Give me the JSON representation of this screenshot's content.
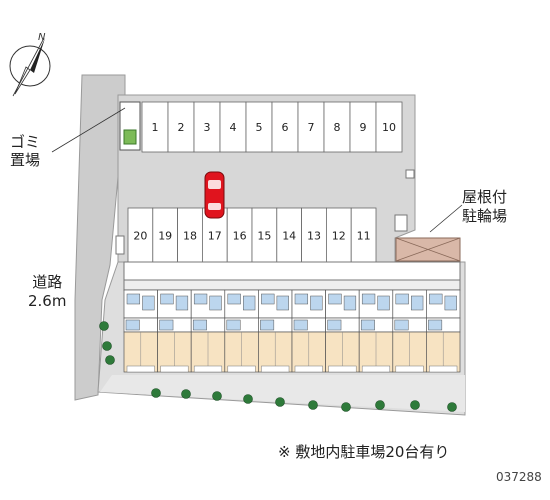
{
  "compass": {
    "north_label": "N"
  },
  "labels": {
    "garbage": [
      "ゴミ",
      "置場"
    ],
    "road": [
      "道路",
      "2.6m"
    ],
    "bicycle": [
      "屋根付",
      "駐輪場"
    ],
    "footnote": "※ 敷地内駐車場20台有り",
    "property_id": "037288"
  },
  "parking": {
    "top_row": [
      "1",
      "2",
      "3",
      "4",
      "5",
      "6",
      "7",
      "8",
      "9",
      "10"
    ],
    "bottom_row": [
      "20",
      "19",
      "18",
      "17",
      "16",
      "15",
      "14",
      "13",
      "12",
      "11"
    ]
  },
  "building": {
    "unit_count": 10
  },
  "colors": {
    "ground": "#d7d7d7",
    "road": "#cccccc",
    "stall_fill": "#ffffff",
    "floor": "#f7e3c2",
    "bath": "#bcd6ee",
    "roof": "#d9b8a8",
    "tree": "#2e7a3a",
    "car": "#e0141e",
    "grass": "#7dbb58"
  }
}
